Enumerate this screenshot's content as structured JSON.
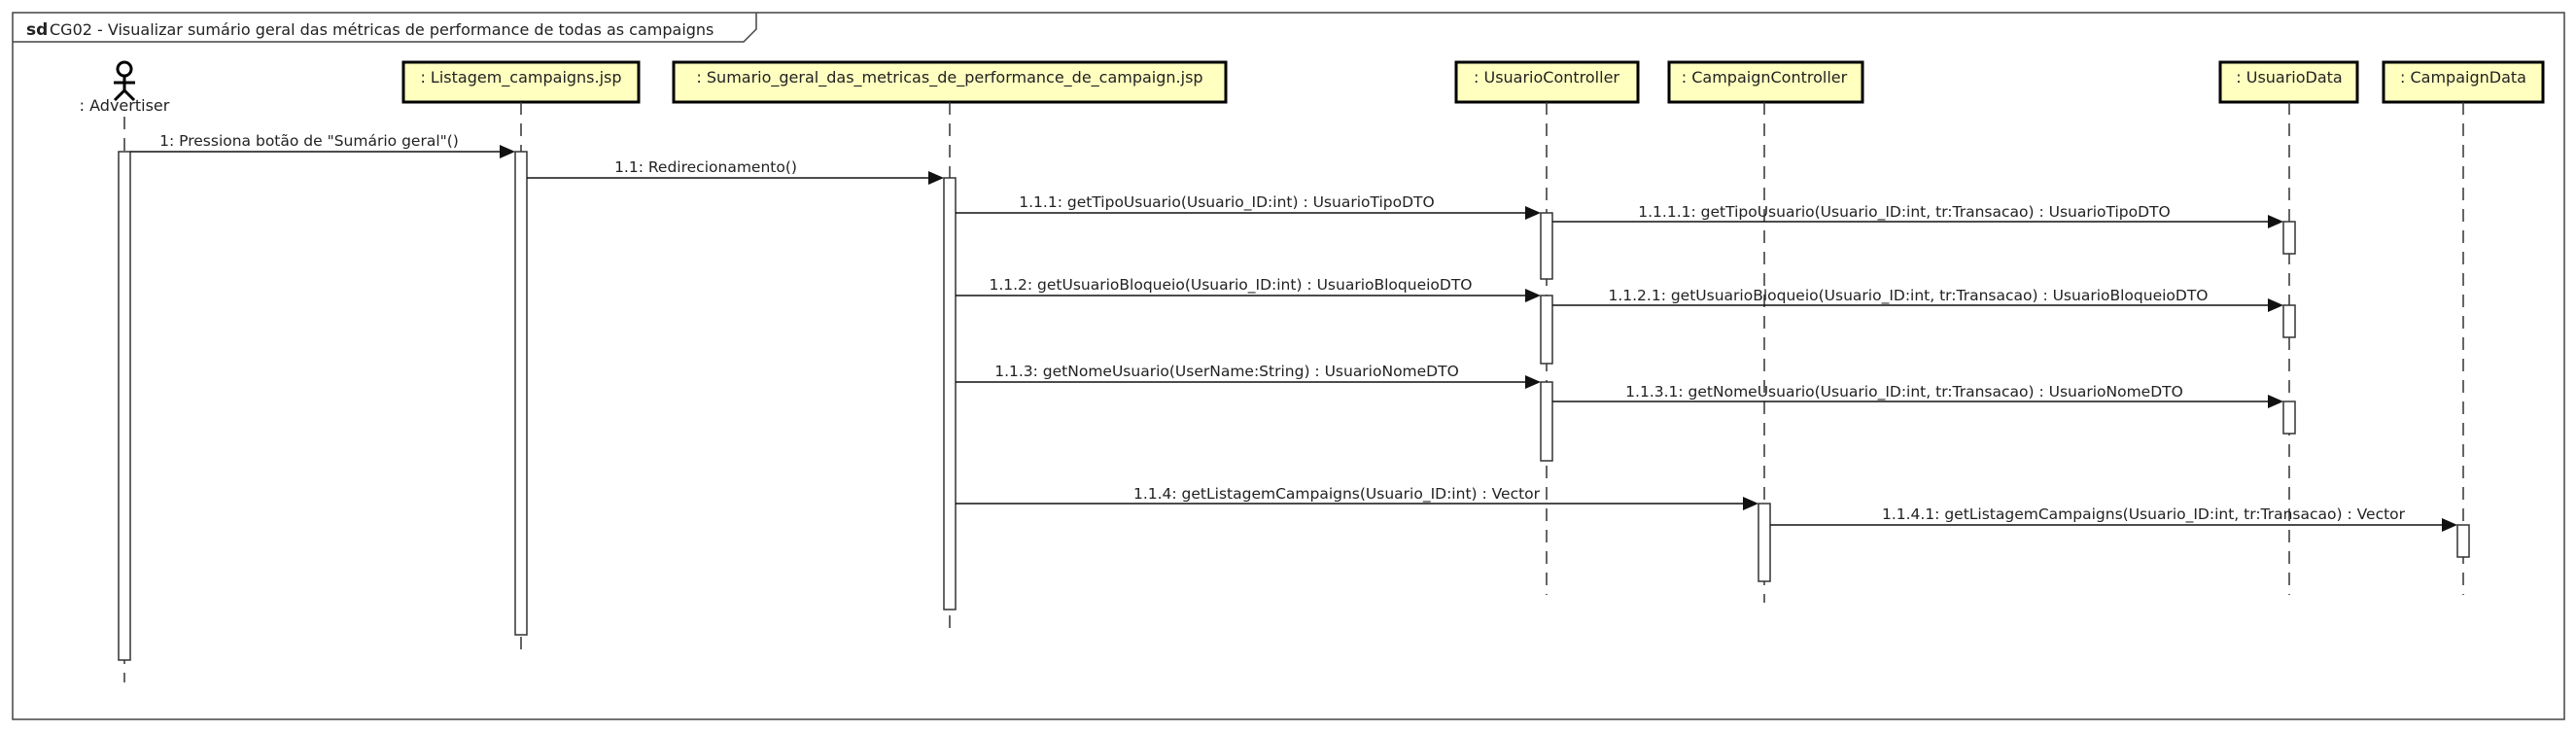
{
  "frame": {
    "keyword": "sd",
    "title": "CG02 - Visualizar sumário geral das métricas de performance de todas as campaigns"
  },
  "actor": {
    "label": ": Advertiser",
    "icon": "stick-figure-icon"
  },
  "lifelines": [
    ": Listagem_campaigns.jsp",
    ": Sumario_geral_das_metricas_de_performance_de_campaign.jsp",
    ": UsuarioController",
    ": CampaignController",
    ": UsuarioData",
    ": CampaignData"
  ],
  "messages": [
    "1: Pressiona botão de \"Sumário geral\"()",
    "1.1: Redirecionamento()",
    "1.1.1: getTipoUsuario(Usuario_ID:int) : UsuarioTipoDTO",
    "1.1.1.1: getTipoUsuario(Usuario_ID:int, tr:Transacao) : UsuarioTipoDTO",
    "1.1.2: getUsuarioBloqueio(Usuario_ID:int) : UsuarioBloqueioDTO",
    "1.1.2.1: getUsuarioBloqueio(Usuario_ID:int, tr:Transacao) : UsuarioBloqueioDTO",
    "1.1.3: getNomeUsuario(UserName:String) : UsuarioNomeDTO",
    "1.1.3.1: getNomeUsuario(Usuario_ID:int, tr:Transacao) : UsuarioNomeDTO",
    "1.1.4: getListagemCampaigns(Usuario_ID:int) : Vector",
    "1.1.4.1: getListagemCampaigns(Usuario_ID:int, tr:Transacao) : Vector"
  ],
  "colors": {
    "lifeline_fill": "#ffffc0",
    "border": "#000000",
    "background": "#ffffff"
  }
}
